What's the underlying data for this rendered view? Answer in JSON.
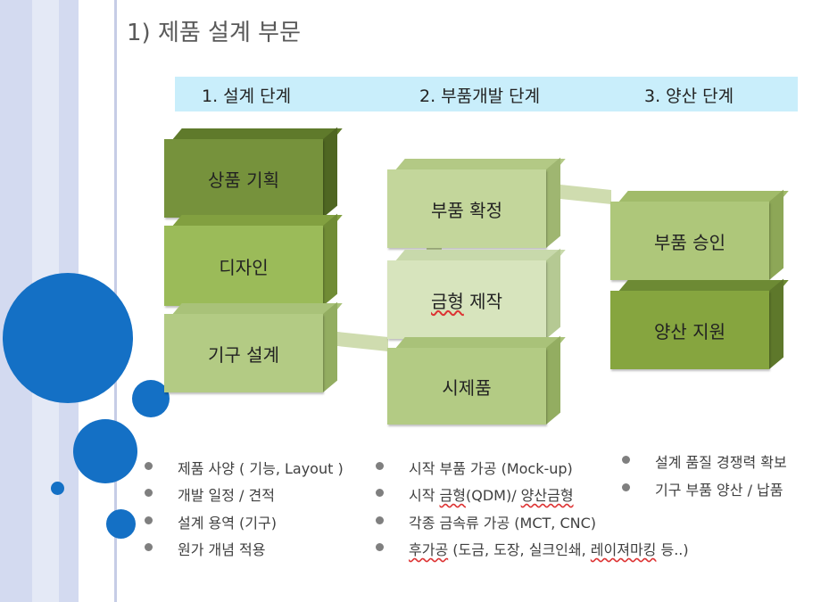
{
  "slide": {
    "title": "1) 제품 설계 부문"
  },
  "stages": [
    {
      "label": "1. 설계 단계"
    },
    {
      "label": "2. 부품개발 단계"
    },
    {
      "label": "3. 양산 단계"
    }
  ],
  "boxes": {
    "col1": [
      "상품 기획",
      "디자인",
      "기구 설계"
    ],
    "col2": [
      "부품 확정",
      "금형 제작",
      "시제품"
    ],
    "col3": [
      "부품 승인",
      "양산 지원"
    ]
  },
  "bullets": {
    "col1": [
      "제품 사양 ( 기능, Layout )",
      "개발 일정 / 견적",
      "설계 용역 (기구)",
      "원가 개념 적용"
    ],
    "col2": [
      {
        "parts": [
          "시작 부품 가공 (Mock-up)"
        ]
      },
      {
        "pre": "시작 ",
        "err": "금형",
        "mid": "(QDM)/ ",
        "err2": "양산금형"
      },
      {
        "parts": [
          "각종 금속류 가공 (MCT, CNC)"
        ]
      },
      {
        "err": "후가공",
        "mid": " (도금, 도장, 실크인쇄, ",
        "err2": "레이져마킹",
        "post": " 등..)"
      }
    ],
    "col3": [
      "설계 품질 경쟁력 확보",
      "기구 부품 양산 / 납품"
    ]
  },
  "colors": {
    "stage_bar": "#c9eefb",
    "accent_circle": "#1470c5",
    "green_dark": "#76923c",
    "green_mid": "#9bbb59",
    "green_light": "#c3d69b",
    "green_pale": "#d7e4bd"
  }
}
